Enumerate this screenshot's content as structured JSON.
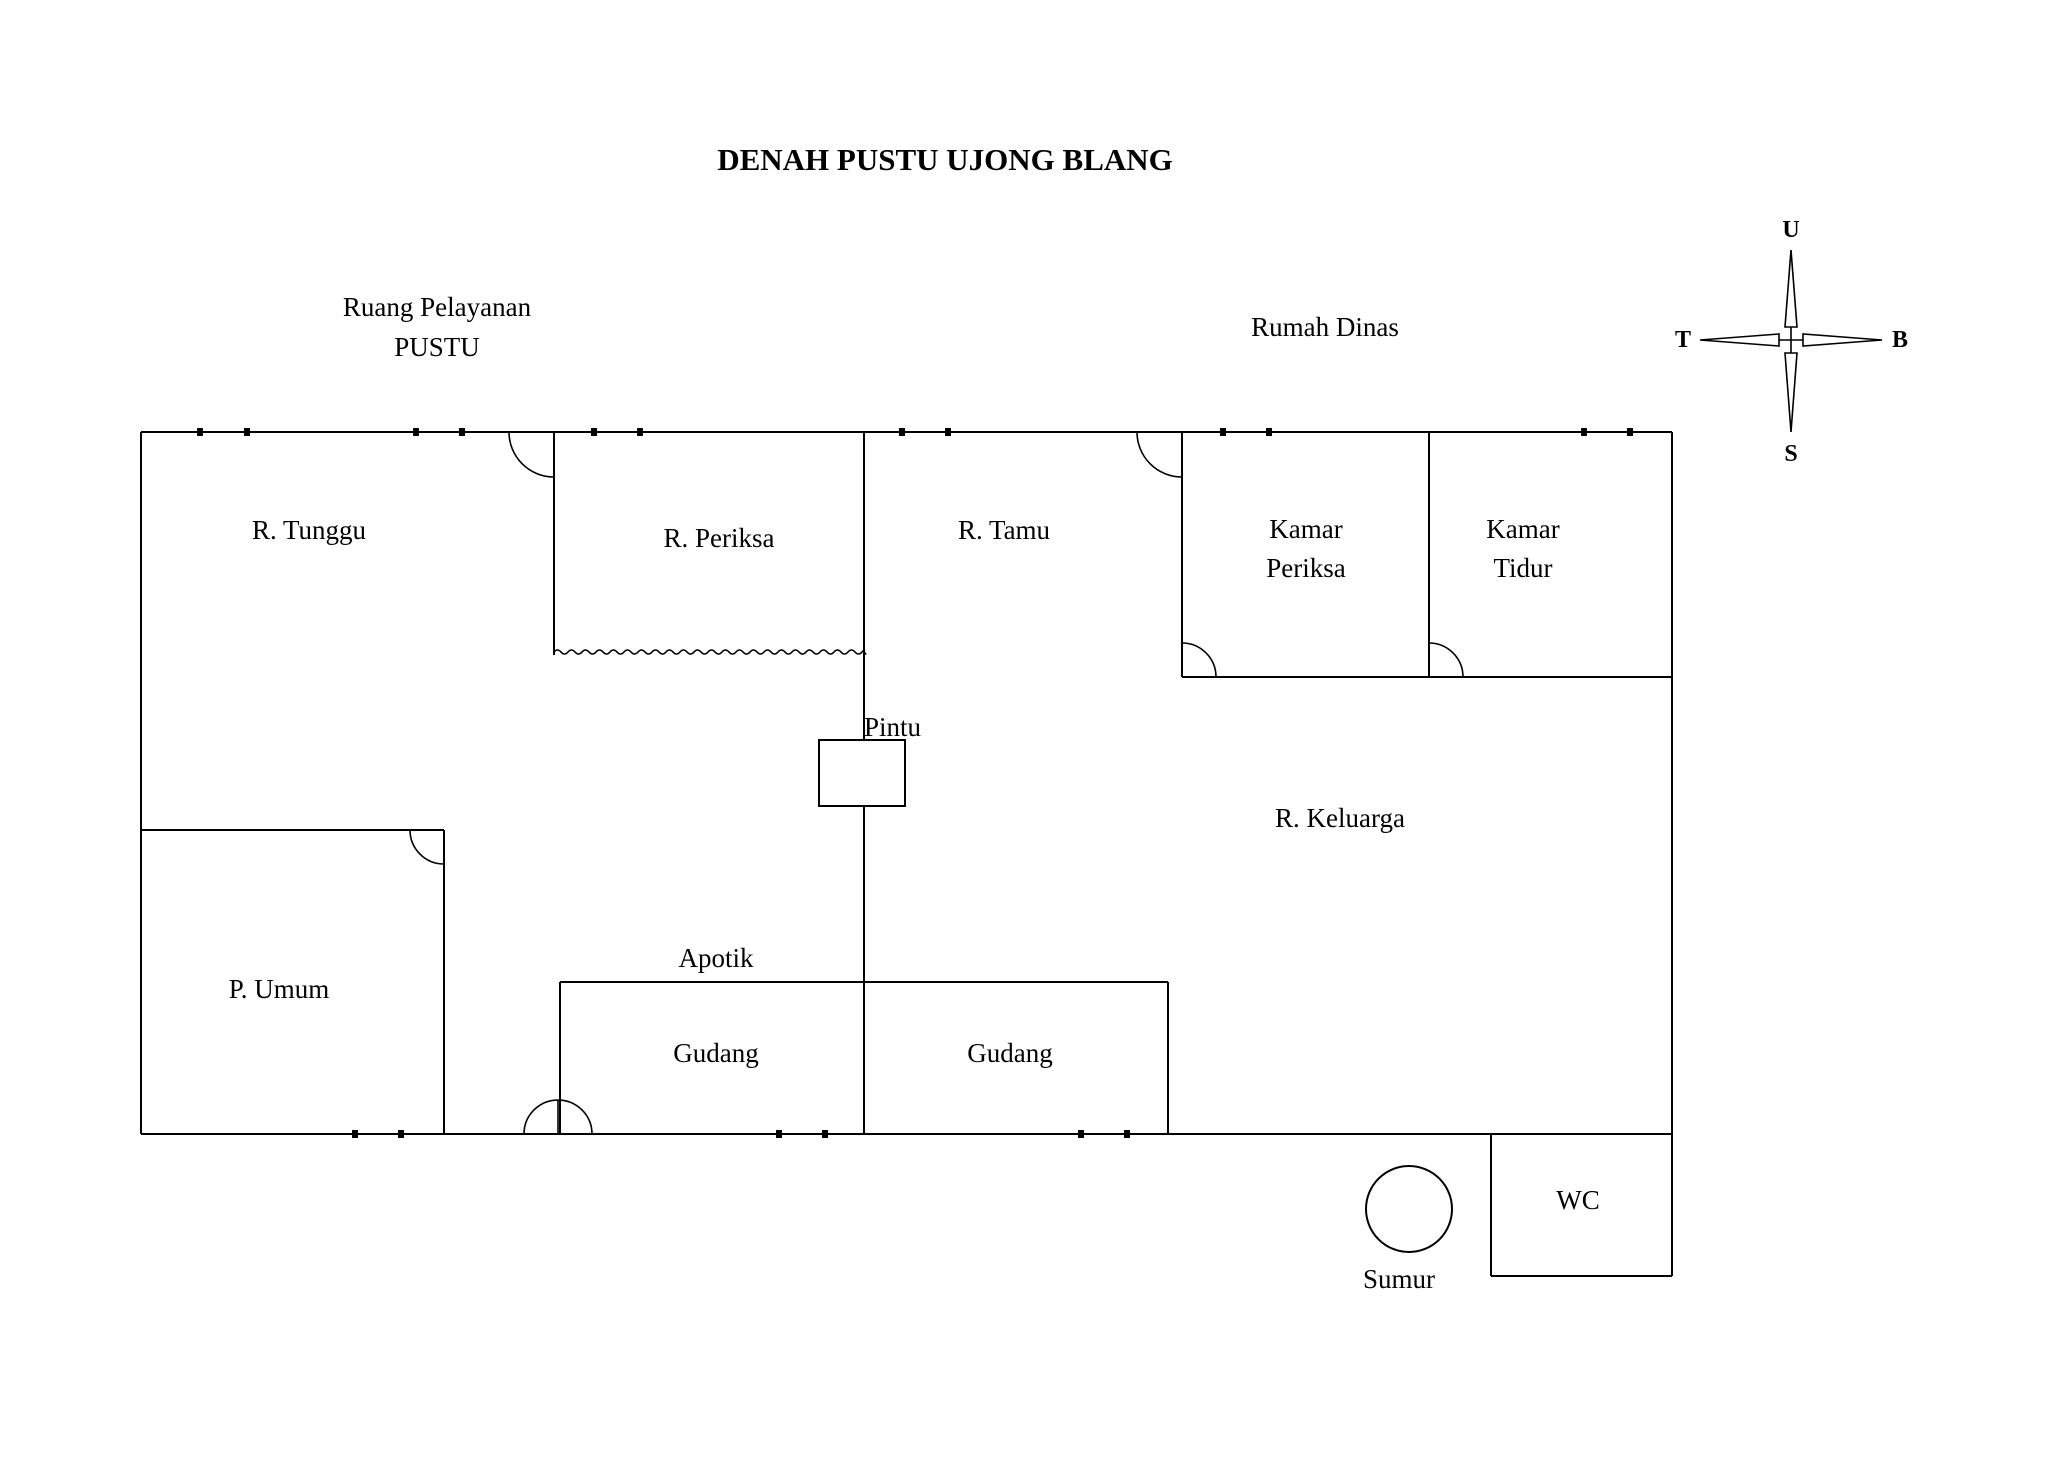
{
  "title": "DENAH PUSTU UJONG BLANG",
  "sections": {
    "left_line1": "Ruang Pelayanan",
    "left_line2": "PUSTU",
    "right": "Rumah Dinas"
  },
  "rooms": {
    "r_tunggu": "R. Tunggu",
    "r_periksa": "R. Periksa",
    "r_tamu": "R. Tamu",
    "kamar_periksa_1": "Kamar",
    "kamar_periksa_2": "Periksa",
    "kamar_tidur_1": "Kamar",
    "kamar_tidur_2": "Tidur",
    "pintu": "Pintu",
    "r_keluarga": "R. Keluarga",
    "p_umum": "P. Umum",
    "apotik": "Apotik",
    "gudang_1": "Gudang",
    "gudang_2": "Gudang",
    "wc": "WC",
    "sumur": "Sumur"
  },
  "compass": {
    "north": "U",
    "south": "S",
    "east": "T",
    "west": "B"
  }
}
